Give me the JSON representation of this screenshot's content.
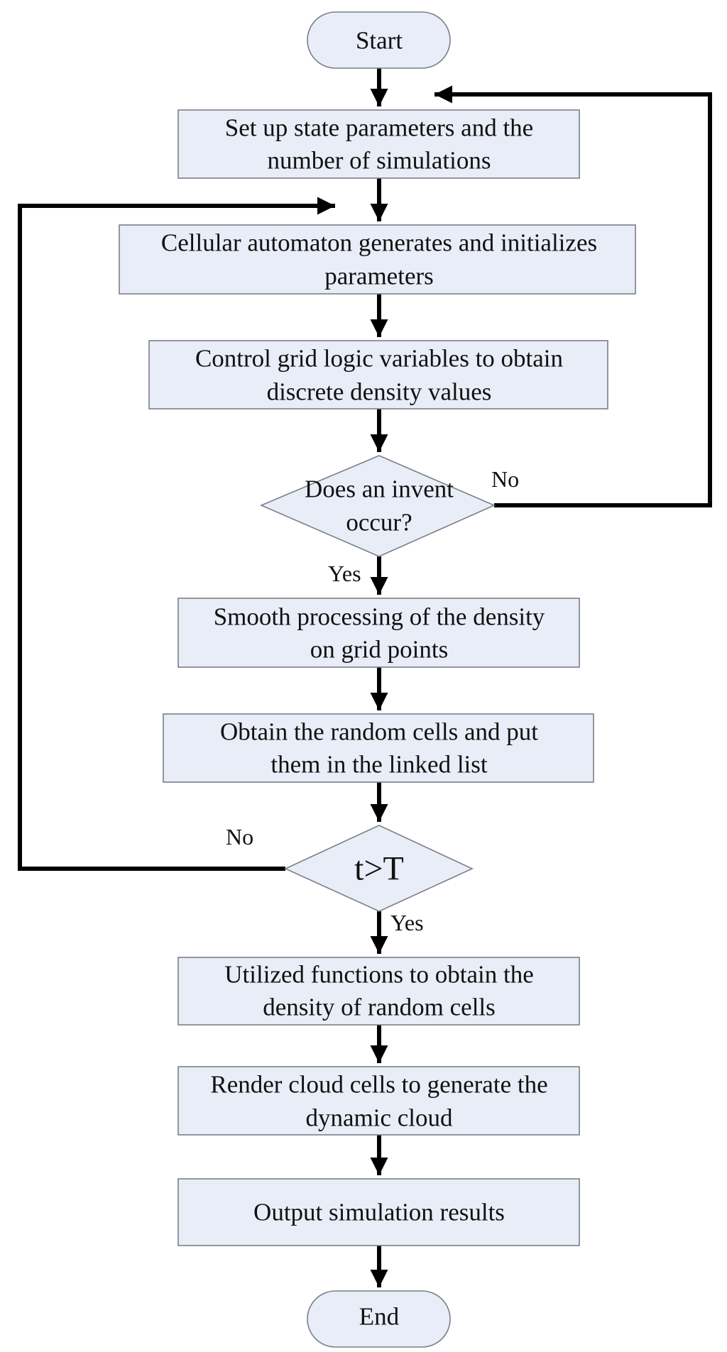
{
  "nodes": {
    "start": "Start",
    "setup": [
      "Set up state parameters and the",
      "number of simulations"
    ],
    "cellular": [
      "Cellular automaton generates and initializes",
      "parameters"
    ],
    "control": [
      "Control grid logic variables to obtain",
      "discrete density values"
    ],
    "decision1": [
      "Does an invent",
      "occur?"
    ],
    "smooth": [
      "Smooth processing of the density",
      "on grid points"
    ],
    "obtain": [
      "Obtain the random cells and put",
      "them in the linked list"
    ],
    "decision2": "t>T",
    "utilized": [
      "Utilized functions to obtain the",
      "density of random cells"
    ],
    "render": [
      "Render cloud cells to generate the",
      "dynamic cloud"
    ],
    "output": "Output simulation results",
    "end": "End"
  },
  "edge_labels": {
    "decision1_no": "No",
    "decision1_yes": "Yes",
    "decision2_no": "No",
    "decision2_yes": "Yes"
  },
  "colors": {
    "box_fill": "#e8edf7",
    "box_stroke": "#7a7f88",
    "arrow": "#000000"
  }
}
